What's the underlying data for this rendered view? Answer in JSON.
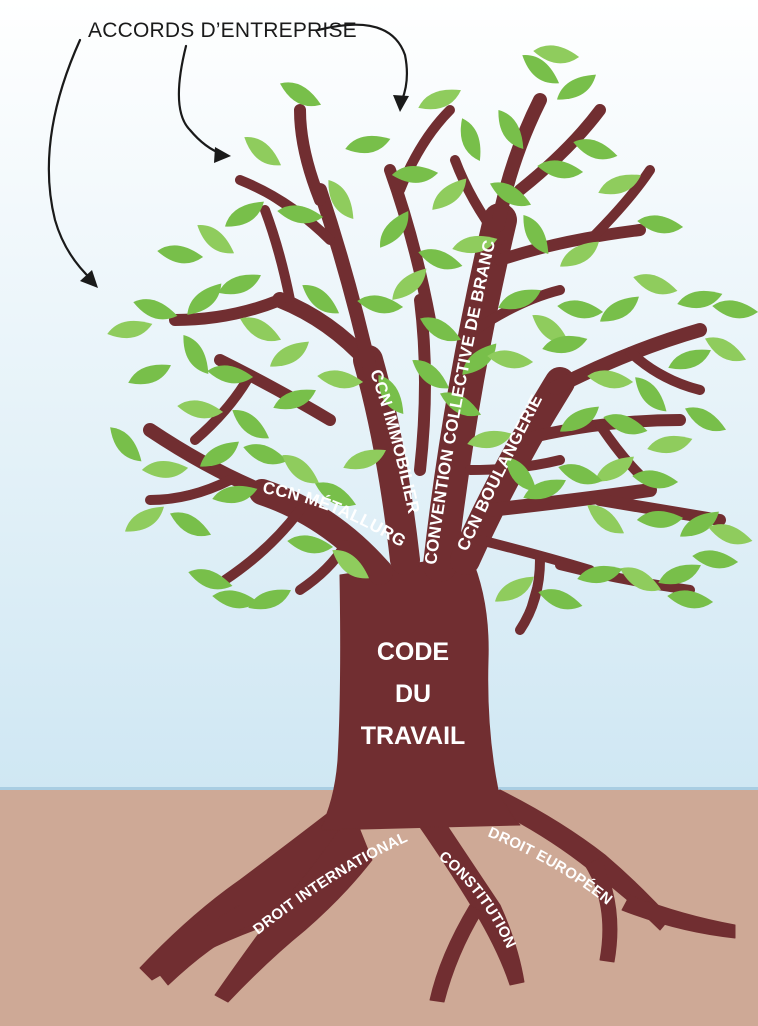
{
  "colors": {
    "sky_top": "#ffffff",
    "sky_bottom": "#cfe7f3",
    "ground": "#cea996",
    "ground_line": "#a9cde2",
    "bark": "#712e31",
    "leaf": "#78bf4a",
    "leaf_light": "#8fcc5d",
    "label_text": "#ffffff",
    "arrow": "#1a1a1a"
  },
  "diagram": {
    "callout": "ACCORDS D’ENTREPRISE",
    "trunk": {
      "line1": "CODE",
      "line2": "DU",
      "line3": "TRAVAIL"
    },
    "branches": {
      "metallurgie": "CCN MÉTALLURGIE",
      "immobilier": "CCN IMMOBILIER",
      "convention": "CONVENTION COLLECTIVE DE BRANCHE",
      "boulangerie": "CCN BOULANGERIE"
    },
    "roots": {
      "international": "DROIT INTERNATIONAL",
      "constitution": "CONSTITUTION",
      "europeen": "DROIT EUROPÉEN"
    }
  }
}
